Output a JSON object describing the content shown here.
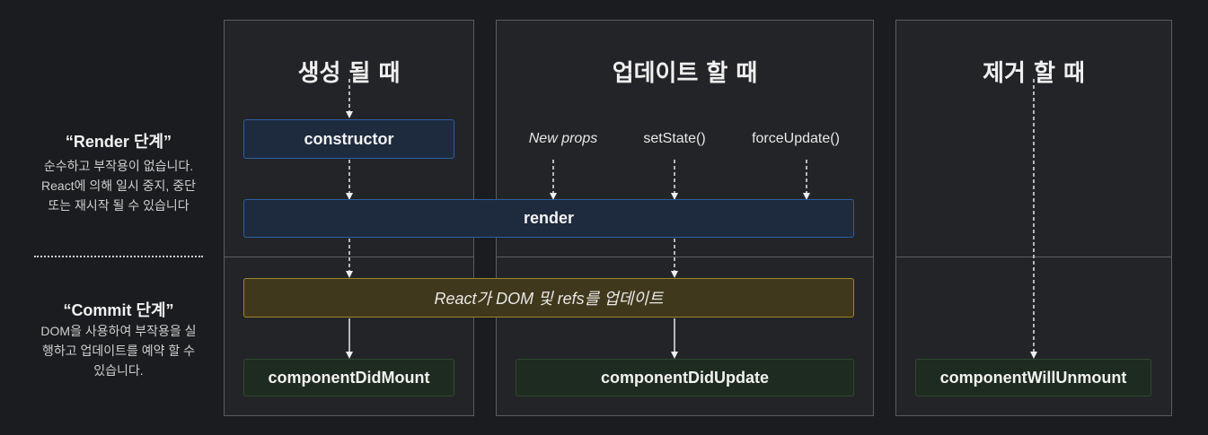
{
  "sidebar": {
    "render_title": "“Render 단계”",
    "render_desc": "순수하고 부작용이 없습니다. React에 의해 일시 중지, 중단 또는 재시작 될 수 있습니다",
    "commit_title": "“Commit 단계”",
    "commit_desc": "DOM을 사용하여 부작용을 실행하고 업데이트를 예약 할 수 있습니다."
  },
  "columns": {
    "mount_title": "생성 될 때",
    "update_title": "업데이트 할 때",
    "unmount_title": "제거 할 때"
  },
  "triggers": {
    "new_props": "New props",
    "set_state": "setState()",
    "force_update": "forceUpdate()"
  },
  "boxes": {
    "constructor": "constructor",
    "render": "render",
    "react_updates": "React가 DOM 및 refs를 업데이트",
    "did_mount": "componentDidMount",
    "did_update": "componentDidUpdate",
    "will_unmount": "componentWillUnmount"
  },
  "colors": {
    "background": "#1b1c1f",
    "column": "#232427",
    "blue_box": "#1e2a3d",
    "blue_border": "#2d5fa6",
    "green_box": "#1e2b20",
    "yellow_box": "#40381c",
    "yellow_border": "#a08628"
  }
}
